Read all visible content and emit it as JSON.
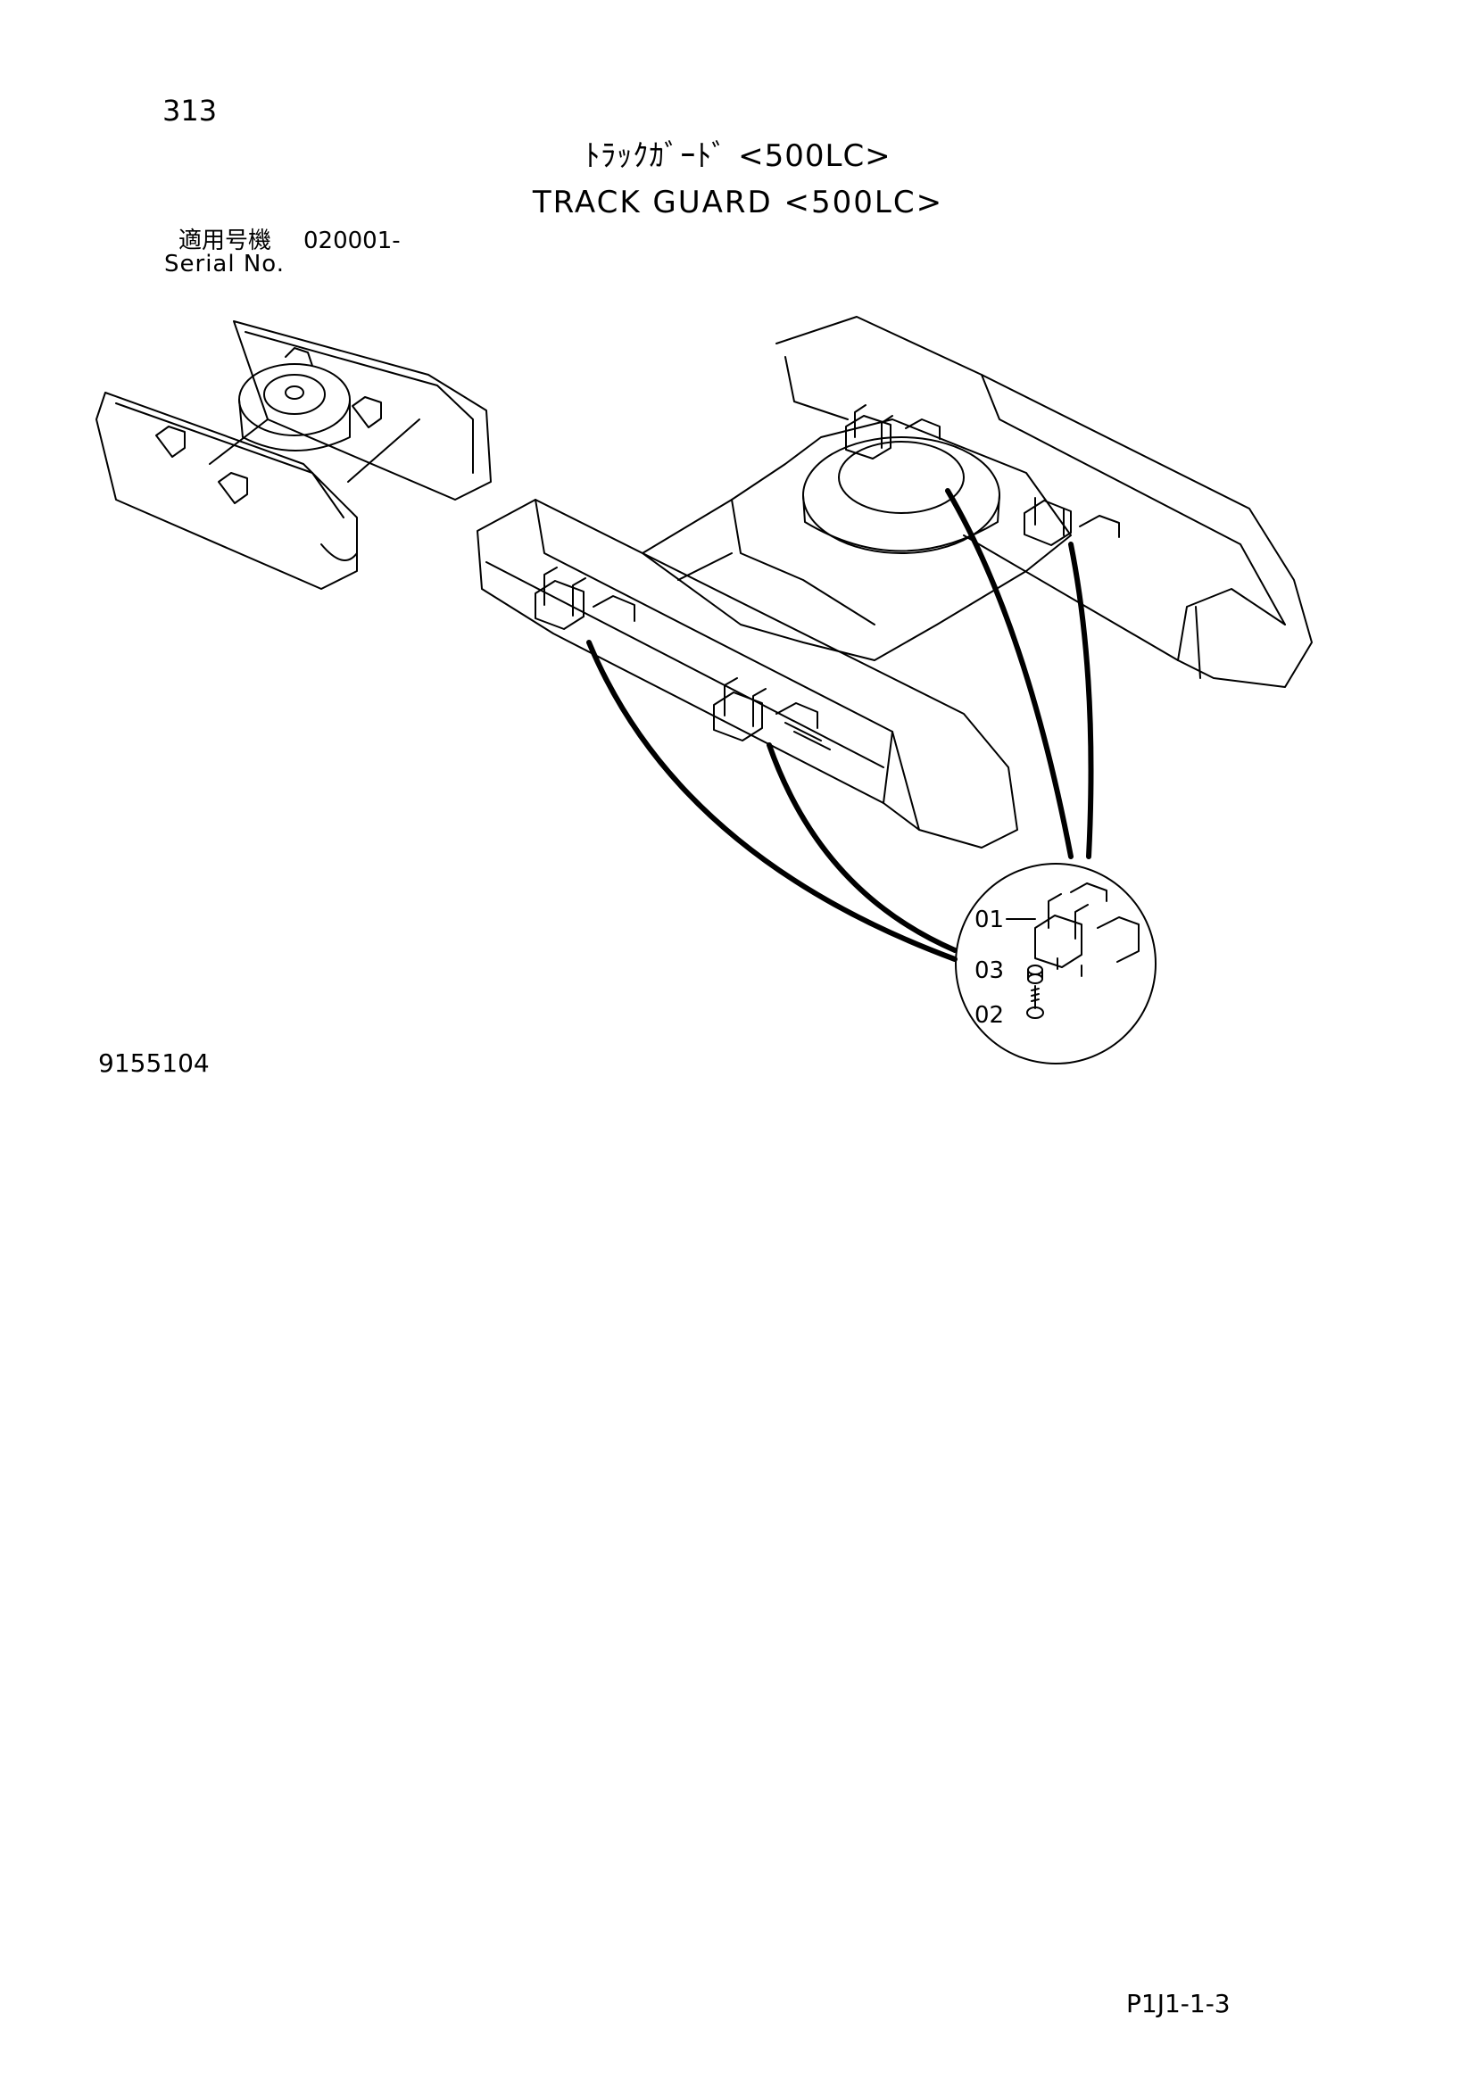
{
  "header": {
    "page_number": "313",
    "title_jp": "ﾄﾗｯｸｶﾞｰﾄﾞ <500LC>",
    "title_en": "TRACK GUARD <500LC>"
  },
  "serial": {
    "label_jp": "適用号機",
    "value": "020001-",
    "label_en": "Serial No."
  },
  "figure": {
    "number": "9155104",
    "callouts": [
      "01",
      "03",
      "02"
    ]
  },
  "footer": {
    "page_code": "P1J1-1-3"
  }
}
